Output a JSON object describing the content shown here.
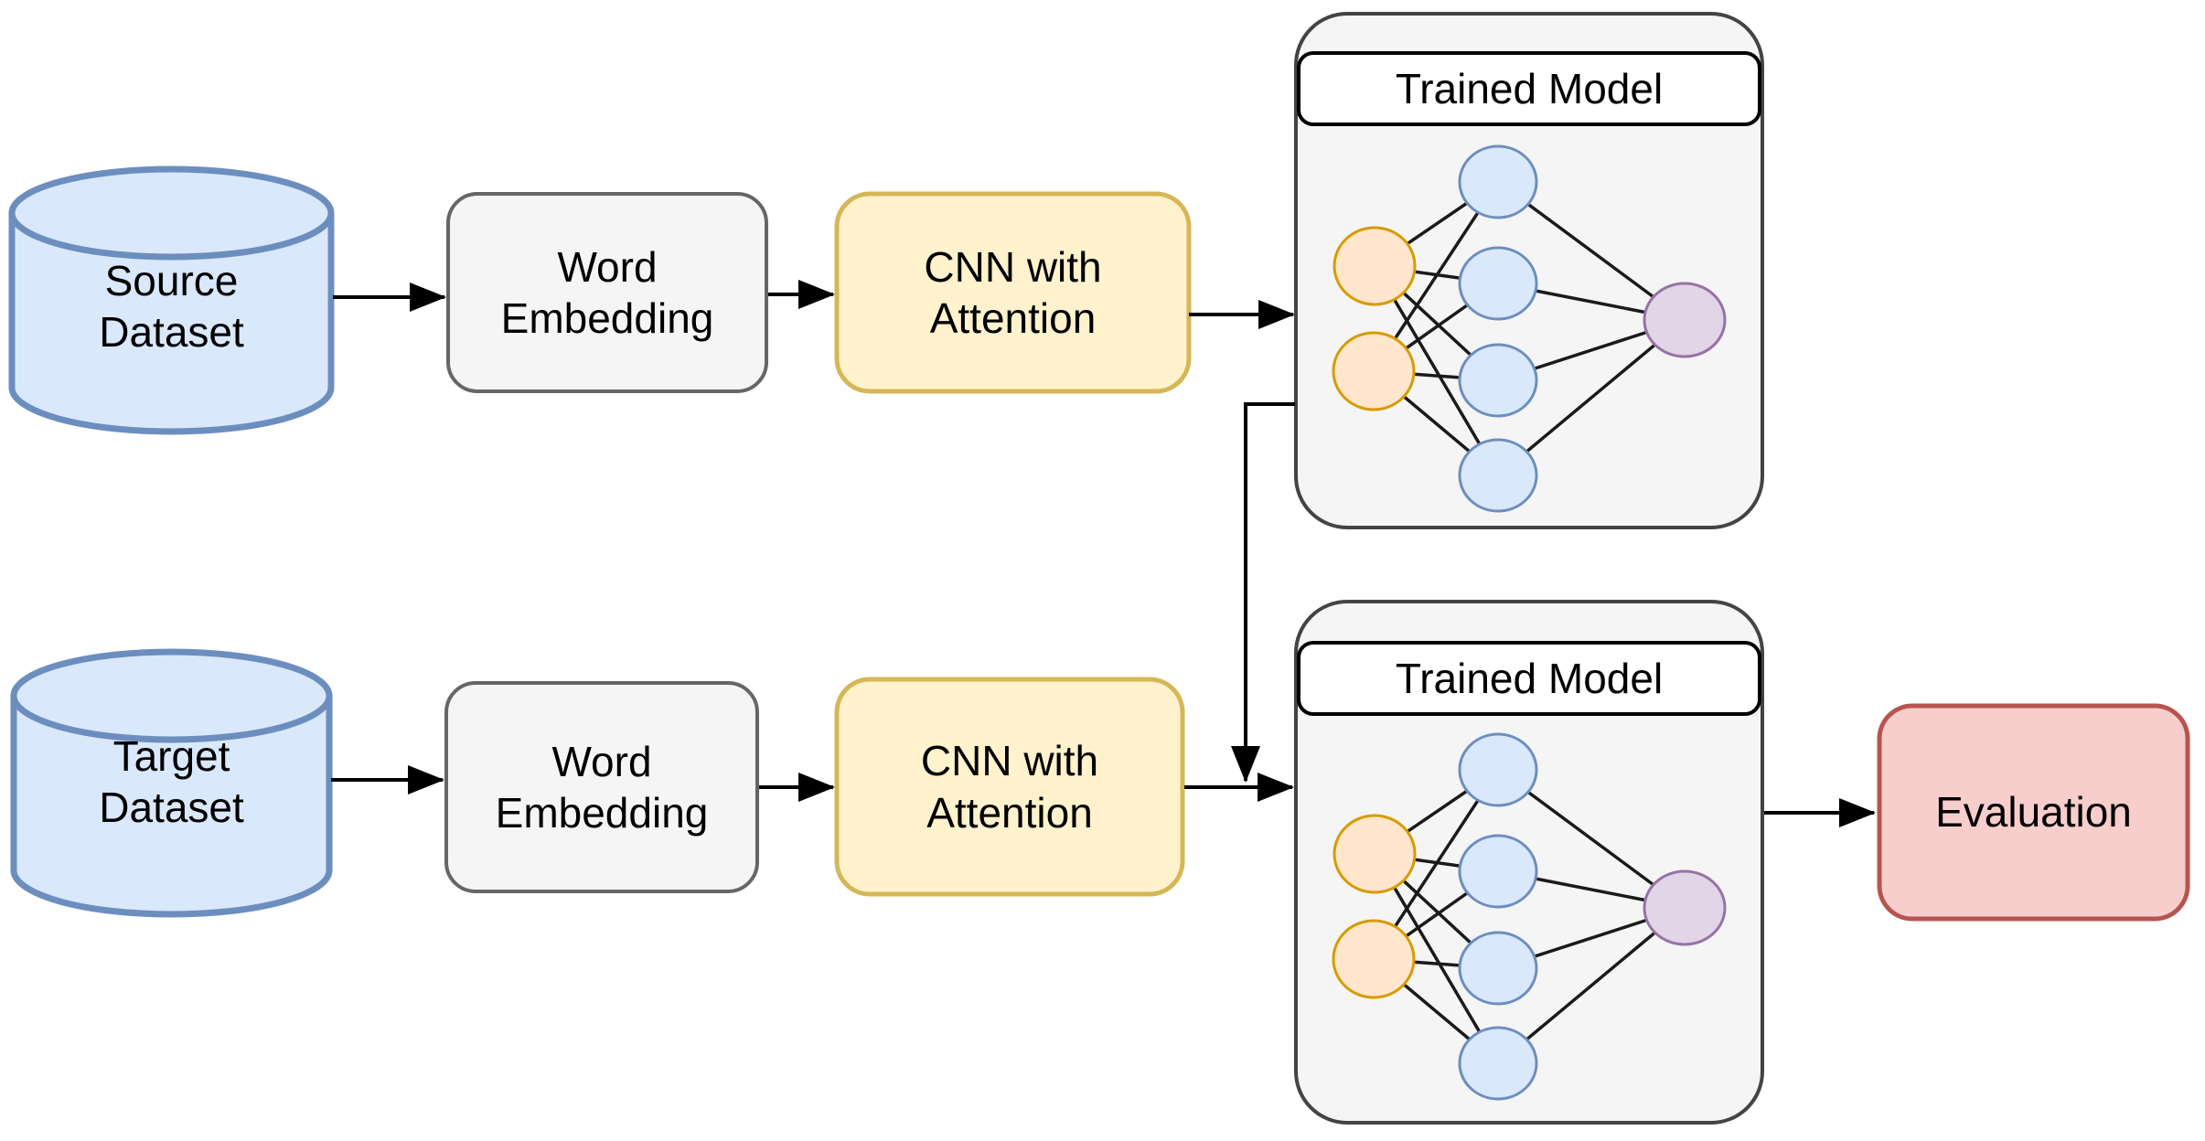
{
  "labels": {
    "source_dataset": "Source\nDataset",
    "word_embedding_top": "Word\nEmbedding",
    "cnn_attention_top": "CNN with\nAttention",
    "trained_model_top": "Trained Model",
    "target_dataset": "Target\nDataset",
    "word_embedding_bottom": "Word\nEmbedding",
    "cnn_attention_bottom": "CNN with\nAttention",
    "trained_model_bottom": "Trained Model",
    "evaluation": "Evaluation"
  },
  "pipeline": {
    "top_row": [
      "Source Dataset",
      "Word Embedding",
      "CNN with Attention",
      "Trained Model"
    ],
    "bottom_row": [
      "Target Dataset",
      "Word Embedding",
      "CNN with Attention",
      "Trained Model",
      "Evaluation"
    ],
    "connections": [
      "Source Dataset -> Word Embedding",
      "Word Embedding -> CNN with Attention",
      "CNN with Attention -> Trained Model (top)",
      "Trained Model (top) -> Trained Model (bottom)",
      "Target Dataset -> Word Embedding",
      "Word Embedding -> CNN with Attention",
      "CNN with Attention -> Trained Model (bottom)",
      "Trained Model (bottom) -> Evaluation"
    ]
  },
  "trained_model_network": {
    "input_nodes": 2,
    "hidden_nodes": 4,
    "output_nodes": 1,
    "connectivity": "fully-connected"
  },
  "colors": {
    "background": "#ffffff",
    "text_color": "#000000",
    "dataset_fill": "#dae8fc",
    "dataset_stroke": "#6c8ebf",
    "embedding_fill": "#f5f5f5",
    "embedding_stroke": "#666666",
    "cnn_fill": "#fff2cc",
    "cnn_stroke": "#d6b656",
    "model_fill": "#f5f5f5",
    "model_stroke": "#444444",
    "model_header_fill": "#ffffff",
    "model_header_stroke": "#000000",
    "input_node_fill": "#ffe6cc",
    "input_node_stroke": "#d79b00",
    "hidden_node_fill": "#dae8fc",
    "hidden_node_stroke": "#6c8ebf",
    "output_node_fill": "#e1d5e7",
    "output_node_stroke": "#9673a6",
    "evaluation_fill": "#f8cecc",
    "evaluation_stroke": "#b85450",
    "arrow_color": "#000000",
    "edge_color": "#1a1a1a"
  }
}
